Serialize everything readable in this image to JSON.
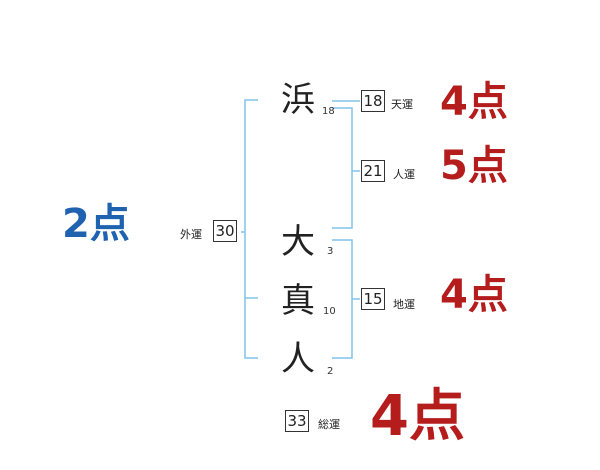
{
  "name_chars": [
    {
      "char": "浜",
      "strokes": "18"
    },
    {
      "char": "大",
      "strokes": "3"
    },
    {
      "char": "真",
      "strokes": "10"
    },
    {
      "char": "人",
      "strokes": "2"
    }
  ],
  "outer": {
    "label": "外運",
    "value": "30",
    "score": "2点"
  },
  "heaven": {
    "label": "天運",
    "value": "18",
    "score": "4点"
  },
  "person": {
    "label": "人運",
    "value": "21",
    "score": "5点"
  },
  "earth": {
    "label": "地運",
    "value": "15",
    "score": "4点"
  },
  "total": {
    "label": "総運",
    "value": "33",
    "score": "4点"
  },
  "colors": {
    "bracket": "#7fc4e8",
    "score_red": "#b51c1c",
    "score_blue": "#1f62b0",
    "text": "#222222"
  }
}
